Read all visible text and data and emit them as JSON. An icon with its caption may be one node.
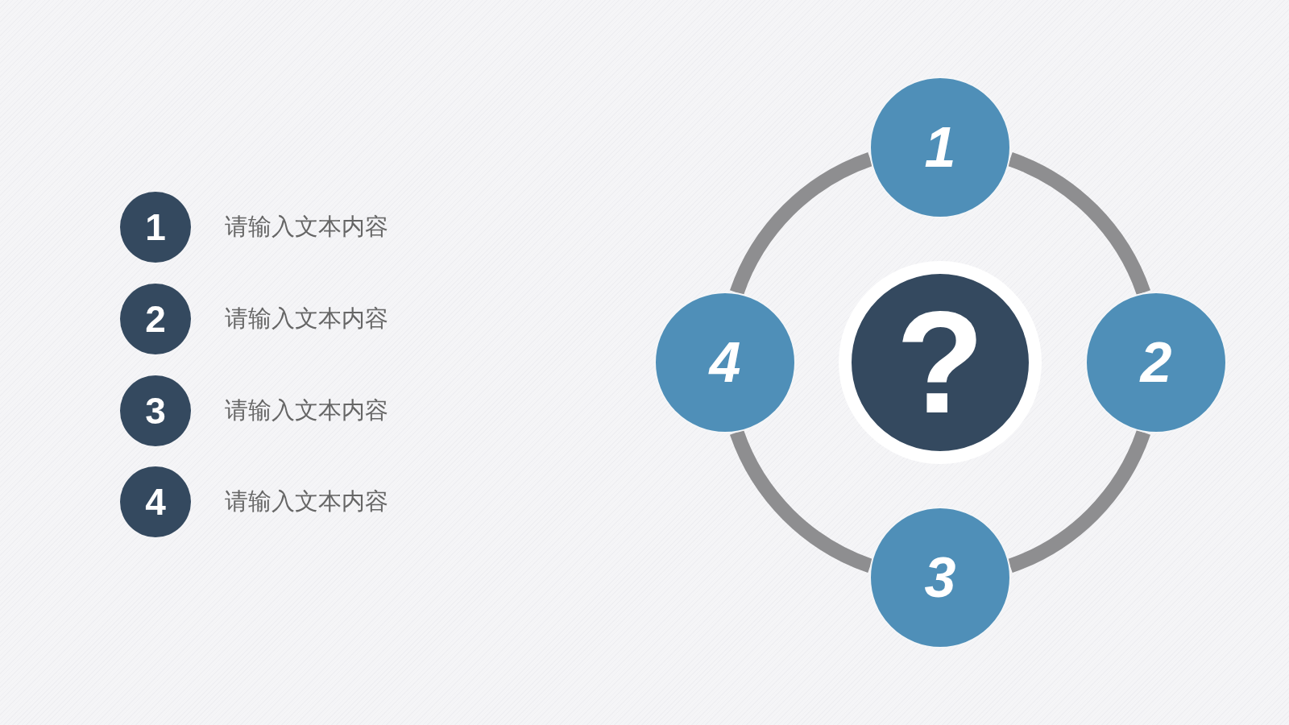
{
  "diagram": {
    "nodes": [
      {
        "text": [
          "1"
        ],
        "beside": [
          "请输入文本内容"
        ]
      },
      {
        "text": [
          "2"
        ],
        "beside": [
          "请输入文本内容"
        ]
      },
      {
        "text": [
          "3"
        ],
        "beside": [
          "请输入文本内容"
        ]
      },
      {
        "text": [
          "4"
        ],
        "beside": [
          "请输入文本内容"
        ]
      },
      {
        "text": [
          "1"
        ]
      },
      {
        "text": [
          "2"
        ]
      },
      {
        "text": [
          "3"
        ]
      },
      {
        "text": [
          "4"
        ]
      },
      {
        "text": [
          "?"
        ]
      }
    ],
    "edges": [
      {
        "from": 4,
        "to": 5,
        "arrow": "none"
      },
      {
        "from": 5,
        "to": 6,
        "arrow": "none"
      },
      {
        "from": 6,
        "to": 7,
        "arrow": "none"
      },
      {
        "from": 7,
        "to": 4,
        "arrow": "none"
      }
    ]
  }
}
